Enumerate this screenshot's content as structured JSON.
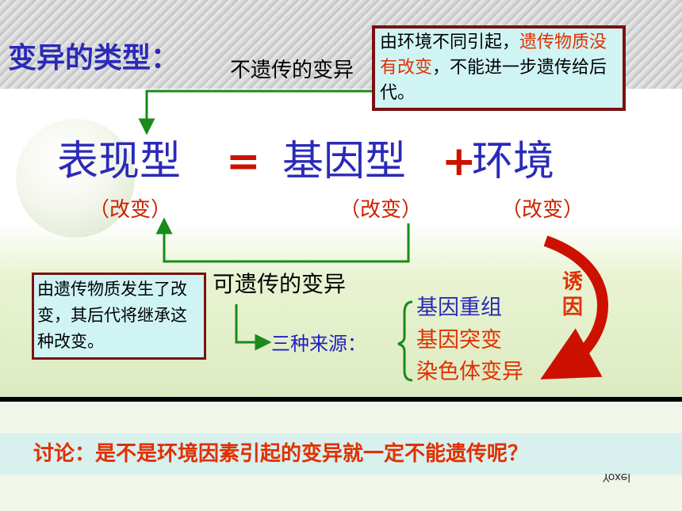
{
  "title": "变异的类型：",
  "non_heritable": "不遗传的变异",
  "callout_top": {
    "part1": "由环境不同引起，",
    "part2": "遗传物质没有改变",
    "part3": "，不能进一步遗传给后代。"
  },
  "equation": {
    "phenotype": "表现型",
    "equals": "=",
    "genotype": "基因型",
    "plus": "+",
    "environment": "环境"
  },
  "change_labels": [
    "（改变）",
    "（改变）",
    "（改变）"
  ],
  "heritable": "可遗传的变异",
  "callout_left": "由遗传物质发生了改变，其后代将继承这种改变。",
  "three_sources": "三种来源：",
  "sources": [
    "基因重组",
    "基因突变",
    "染色体变异"
  ],
  "inducer": "诱因",
  "discussion": "讨论：是不是环境因素引起的变异就一定不能遗传呢？",
  "watermark": "Yoxel",
  "colors": {
    "blue": "#2a2ab8",
    "red": "#e03000",
    "green_arrow": "#1a8a1a",
    "box_border": "#7a1212",
    "box_fill": "#d0f4f4"
  }
}
